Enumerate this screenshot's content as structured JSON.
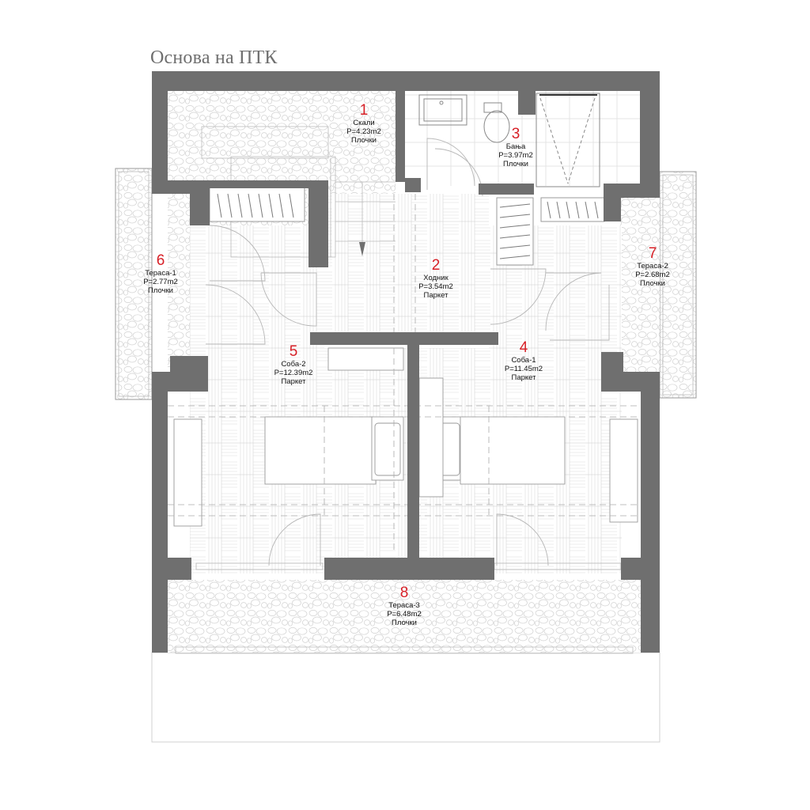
{
  "title": "Основа на ПТК",
  "colors": {
    "wall": "#6f6f6f",
    "number": "#d71f26",
    "text": "#111111",
    "line": "#bdbdbd"
  },
  "rooms": [
    {
      "number": "1",
      "name": "Скали",
      "area": "P=4.23m2",
      "floor": "Плочки"
    },
    {
      "number": "2",
      "name": "Ходник",
      "area": "P=3.54m2",
      "floor": "Паркет"
    },
    {
      "number": "3",
      "name": "Бања",
      "area": "P=3.97m2",
      "floor": "Плочки"
    },
    {
      "number": "4",
      "name": "Соба-1",
      "area": "P=11.45m2",
      "floor": "Паркет"
    },
    {
      "number": "5",
      "name": "Соба-2",
      "area": "P=12.39m2",
      "floor": "Паркет"
    },
    {
      "number": "6",
      "name": "Тераса-1",
      "area": "P=2.77m2",
      "floor": "Плочки"
    },
    {
      "number": "7",
      "name": "Тераса-2",
      "area": "P=2.68m2",
      "floor": "Плочки"
    },
    {
      "number": "8",
      "name": "Тераса-3",
      "area": "P=6.48m2",
      "floor": "Плочки"
    }
  ]
}
